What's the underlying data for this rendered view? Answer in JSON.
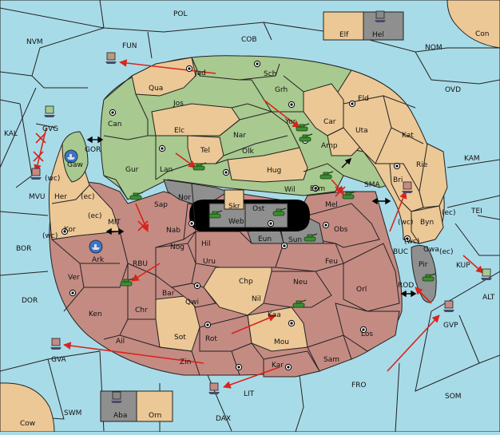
{
  "colors": {
    "sea": "#a8dbe8",
    "neutral": "#ecc896",
    "green_power": "#a8c98f",
    "red_power": "#c48b83",
    "gray_power": "#8f8f8f",
    "order_arrow": "#d8241c"
  },
  "provinces": {
    "POL": "POL",
    "NVM": "NVM",
    "FUN": "FUN",
    "COB": "COB",
    "NOM": "NOM",
    "OVD": "OVD",
    "Con": "Con",
    "Elf": "Elf",
    "Hel": "Hel",
    "KAL": "KAL",
    "GVG": "GVG",
    "GOR": "GOR",
    "Gaw": "Gaw",
    "MVU": "MVU",
    "wc": "(wc)",
    "ec": "(ec)",
    "Her": "Her",
    "Kor": "Kor",
    "MIT": "MIT",
    "BOR": "BOR",
    "Ark": "Ark",
    "RBU": "RBU",
    "DOR": "DOR",
    "Ver": "Ver",
    "Ken": "Ken",
    "Ail": "Ail",
    "GVA": "GVA",
    "Zin": "Zin",
    "SWM": "SWM",
    "Cow": "Cow",
    "Aba": "Aba",
    "Orn": "Orn",
    "DAX": "DAX",
    "LIT": "LIT",
    "Kar": "Kar",
    "Sam": "Sam",
    "FRO": "FRO",
    "SOM": "SOM",
    "GVP": "GVP",
    "ALT": "ALT",
    "KUP": "KUP",
    "ROD": "ROD",
    "BUC": "BUC",
    "Pir": "Pir",
    "Gwa": "Gwa",
    "Byn": "Byn",
    "TEI": "TEI",
    "Rie": "Rie",
    "KAM": "KAM",
    "Kat": "Kat",
    "Bri": "Bri",
    "SMA": "SMA",
    "Uta": "Uta",
    "Eld": "Eld",
    "Car": "Car",
    "Amp": "Amp",
    "Jad": "Jad",
    "Sch": "Sch",
    "Grh": "Grh",
    "Qua": "Qua",
    "Jos": "Jos",
    "Can": "Can",
    "Elc": "Elc",
    "Nar": "Nar",
    "Yor": "Yor",
    "Tel": "Tel",
    "Olk": "Olk",
    "Lan": "Lan",
    "Hug": "Hug",
    "Gur": "Gur",
    "Wil": "Wil",
    "Esm": "Esm",
    "Nor": "Nor",
    "Skr": "Skr",
    "Ost": "Ost",
    "Web": "Web",
    "Sap": "Sap",
    "Mel": "Mel",
    "Obs": "Obs",
    "Nab": "Nab",
    "Eun": "Eun",
    "Sun": "Sun",
    "Hil": "Hil",
    "Nog": "Nog",
    "Uru": "Uru",
    "Feu": "Feu",
    "Chp": "Chp",
    "Neu": "Neu",
    "Orl": "Orl",
    "Bar": "Bar",
    "Qwi": "Qwi",
    "Nil": "Nil",
    "Chr": "Chr",
    "Kaa": "Kaa",
    "Los": "Los",
    "Sot": "Sot",
    "Rot": "Rot",
    "Mou": "Mou"
  }
}
